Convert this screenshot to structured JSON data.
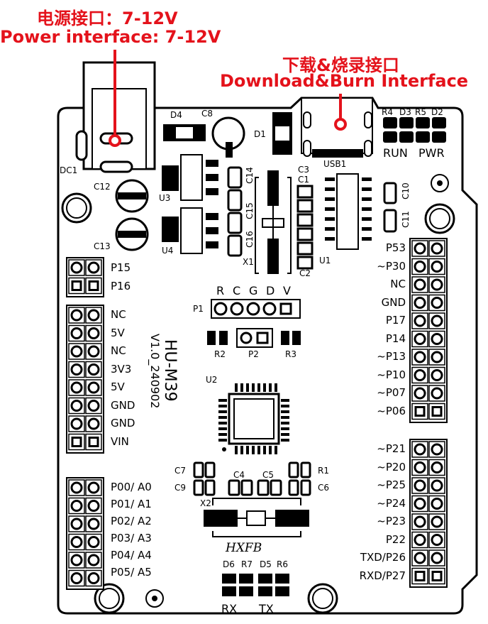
{
  "annotations": {
    "power_cn": "电源接口：7-12V",
    "power_en": "Power interface: 7-12V",
    "download_cn": "下载&烧录接口",
    "download_en": "Download&Burn Interface"
  },
  "board": {
    "name": "HU-M39",
    "version": "V1.0_240902",
    "logo": "HXFB"
  },
  "components": {
    "dc1": "DC1",
    "d4": "D4",
    "c8": "C8",
    "d1": "D1",
    "r4": "R4",
    "d3": "D3",
    "r5": "R5",
    "d2": "D2",
    "run": "RUN",
    "pwr": "PWR",
    "usb1": "USB1",
    "c12": "C12",
    "u3": "U3",
    "c13": "C13",
    "u4": "U4",
    "c14": "C14",
    "c15": "C15",
    "c16": "C16",
    "x1": "X1",
    "c3": "C3",
    "c1": "C1",
    "c2": "C2",
    "u1": "U1",
    "c10": "C10",
    "c11": "C11",
    "p1": "P1",
    "r2": "R2",
    "p2": "P2",
    "r3": "R3",
    "u2": "U2",
    "c7": "C7",
    "c9": "C9",
    "c4": "C4",
    "c5": "C5",
    "r1": "R1",
    "c6": "C6",
    "x2": "X2",
    "d6": "D6",
    "r7": "R7",
    "d5": "D5",
    "r6": "R6",
    "rx": "RX",
    "tx": "TX"
  },
  "p1_pins": [
    "R",
    "C",
    "G",
    "D",
    "V"
  ],
  "left_top_pins": [
    "P15",
    "P16"
  ],
  "left_power_pins": [
    "NC",
    "5V",
    "NC",
    "3V3",
    "5V",
    "GND",
    "GND",
    "VIN"
  ],
  "left_analog_pins": [
    "P00/ A0",
    "P01/ A1",
    "P02/ A2",
    "P03/ A3",
    "P04/ A4",
    "P05/ A5"
  ],
  "right_top_pins": [
    "P53",
    "~P30",
    "NC",
    "GND",
    "P17",
    "P14",
    "~P13",
    "~P10",
    "~P07",
    "~P06"
  ],
  "right_bottom_pins": [
    "~P21",
    "~P20",
    "~P25",
    "~P24",
    "~P23",
    "P22",
    "TXD/P26",
    "RXD/P27"
  ],
  "colors": {
    "annotation": "#e4121b",
    "board": "#000000",
    "background": "#ffffff"
  }
}
